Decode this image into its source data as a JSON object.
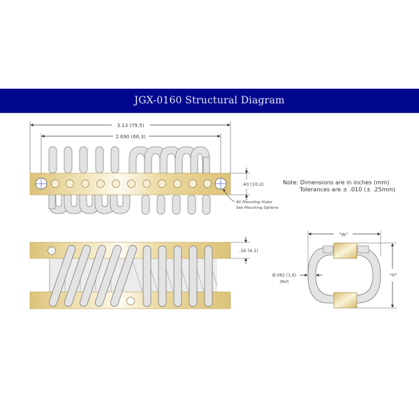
{
  "header": {
    "title": "JGX-0160 Structural Diagram",
    "background_color": "#02088e",
    "text_color": "#e8e8f4"
  },
  "top_view": {
    "overall_length": "3.13 (79,5)",
    "hole_spacing": "2.690 (66,3)",
    "bar_height": ".40 (10,2)",
    "callout_line1": "4X Mounting Holes",
    "callout_line2": "See Mounting Options",
    "small_holes_count": 11,
    "mounting_holes_count": 2
  },
  "note": {
    "line1": "Note: Dimensions are in inches (mm)",
    "line2": "Tolerances are ± .010 (± .25mm)"
  },
  "side_view": {
    "bar_thickness": ".16 (4,1)"
  },
  "end_view": {
    "width_label": "\"W\"",
    "height_label": "\"H\"",
    "wire_diameter": "Ø.062 (1,6)",
    "wire_diameter_ref": "(Ref)"
  },
  "colors": {
    "brass": "#e6cf8a",
    "brass_highlight": "#fbf6e6",
    "wire": "#e3e3e3",
    "wire_outline": "#8a8a8a",
    "dim_line": "#333333"
  }
}
